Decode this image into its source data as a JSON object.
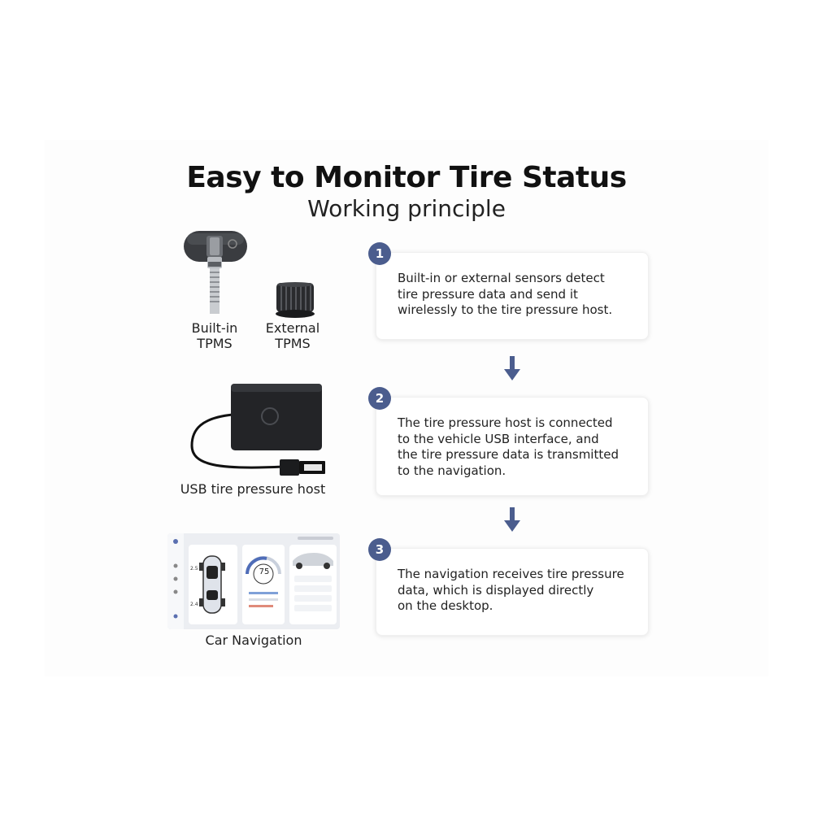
{
  "title": "Easy to Monitor Tire Status",
  "subtitle": "Working principle",
  "steps": [
    {
      "number": "1",
      "lines": [
        "Built-in or external sensors detect",
        "tire pressure data and send it",
        "wirelessly to the tire pressure host."
      ]
    },
    {
      "number": "2",
      "lines": [
        "The tire pressure host is connected",
        "to the vehicle USB interface, and",
        "the tire pressure data is transmitted",
        "to the navigation."
      ]
    },
    {
      "number": "3",
      "lines": [
        "The navigation receives tire pressure",
        "data, which is displayed directly",
        "on the desktop."
      ]
    }
  ],
  "devices": {
    "builtin": {
      "line1": "Built-in",
      "line2": "TPMS"
    },
    "external": {
      "line1": "External",
      "line2": "TPMS"
    },
    "host": "USB tire pressure host",
    "nav": "Car Navigation"
  },
  "screen": {
    "gauge_value": "75",
    "tire_left_top": "2.5",
    "tire_left_bottom": "2.4"
  },
  "colors": {
    "badge": "#4b5d8e",
    "arrow": "#4b5d8e"
  }
}
